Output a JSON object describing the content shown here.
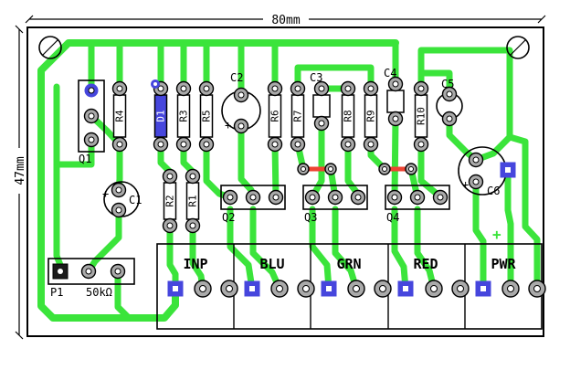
{
  "diagram": {
    "dimensions": {
      "width": "80mm",
      "height": "47mm"
    },
    "parts": {
      "q1": "Q1",
      "q2": "Q2",
      "q3": "Q3",
      "q4": "Q4",
      "r1": "R1",
      "r2": "R2",
      "r3": "R3",
      "r4": "R4",
      "r5": "R5",
      "r6": "R6",
      "r7": "R7",
      "r8": "R8",
      "r9": "R9",
      "r10": "R10",
      "d1": "D1",
      "c1": "C1",
      "c2": "C2",
      "c3": "C3",
      "c4": "C4",
      "c5": "C5",
      "c6": "C6",
      "p1": "P1",
      "p1_value": "50kΩ",
      "plus": "+"
    },
    "connectors": {
      "inp": "INP",
      "blu": "BLU",
      "grn": "GRN",
      "red": "RED",
      "pwr": "PWR"
    },
    "colors": {
      "trace": "#3be43b",
      "jumper": "#ee4433",
      "blue": "#4646dd",
      "pad": "#aaaaaa"
    }
  }
}
